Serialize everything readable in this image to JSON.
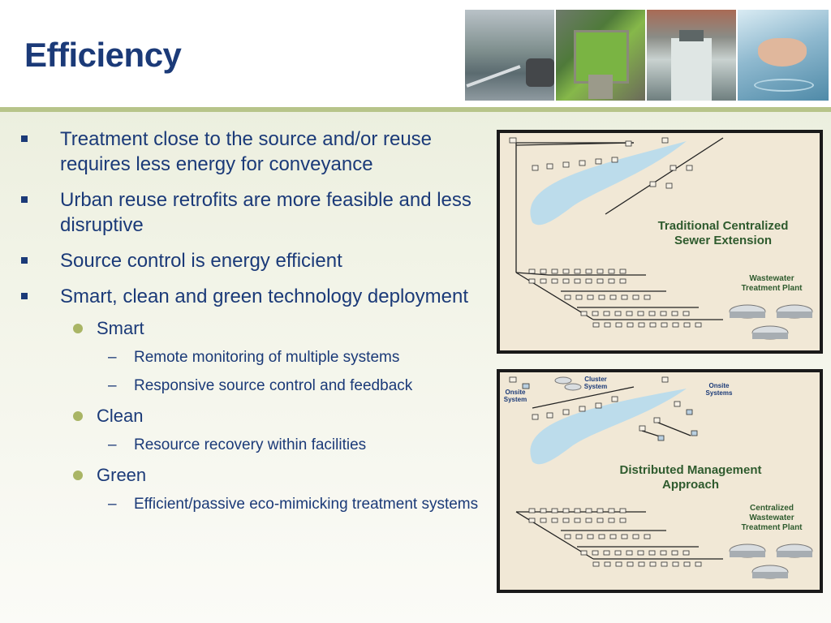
{
  "title": "Efficiency",
  "bullets": [
    "Treatment close to the source and/or reuse requires less energy for conveyance",
    "Urban reuse retrofits are more feasible and less disruptive",
    "Source control is energy efficient",
    "Smart, clean and green technology deployment"
  ],
  "sub_smart": "Smart",
  "sub_smart_items": [
    "Remote monitoring of multiple systems",
    "Responsive source control and feedback"
  ],
  "sub_clean": "Clean",
  "sub_clean_items": [
    "Resource recovery within facilities"
  ],
  "sub_green": "Green",
  "sub_green_items": [
    "Efficient/passive eco-mimicking treatment systems"
  ],
  "dash": "–",
  "diagram_top": {
    "title": "Traditional Centralized Sewer Extension",
    "plant_label": "Wastewater Treatment Plant"
  },
  "diagram_bottom": {
    "title": "Distributed Management Approach",
    "plant_label": "Centralized Wastewater Treatment Plant",
    "onsite_left": "Onsite System",
    "cluster": "Cluster System",
    "onsite_right": "Onsite Systems"
  },
  "colors": {
    "title": "#1b3a78",
    "accent": "#a9b565",
    "rule": "#b7c48a",
    "diagram_title": "#2f5b2e",
    "water": "#bcdceb"
  }
}
